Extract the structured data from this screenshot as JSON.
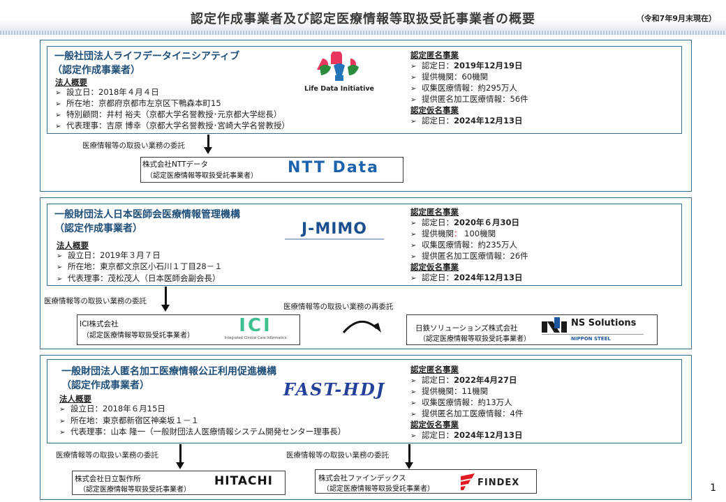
{
  "header": {
    "title": "認定作成事業者及び認定医療情報等取扱受託事業者の概要",
    "as_of": "（令和7年9月末現在）"
  },
  "page_number": "1",
  "orgs": [
    {
      "name": "一般社団法人ライフデータイニシアティブ",
      "role": "（認定作成事業者）",
      "logo_text": "Life Data Initiative",
      "profile_heading": "法人概要",
      "profile": [
        "設立日：2018年４月４日",
        "所在地：京都府京都市左京区下鴨森本町15",
        "特別顧問：井村 裕夫（京都大学名誉教授･元京都大学総長）",
        "代表理事：吉原 博幸（京都大学名誉教授･宮崎大学名誉教授）"
      ],
      "anon_heading": "認定匿名事業",
      "anon": {
        "date_label": "認定日：",
        "date_value": "2019年12月19日",
        "providers": "提供機関：60機関",
        "collected": "収集医療情報：約295万人",
        "provided": "提供匿名加工医療情報：56件"
      },
      "pseudo_heading": "認定仮名事業",
      "pseudo": {
        "date_label": "認定日：",
        "date_value": "2024年12月13日"
      },
      "flow_label": "医療情報等の取扱い業務の委託",
      "contractors": [
        {
          "name": "株式会社NTTデータ",
          "role": "（認定医療情報等取扱受託事業者）",
          "logo": "NTT Data"
        }
      ]
    },
    {
      "name": "一般財団法人日本医師会医療情報管理機構",
      "role": "（認定作成事業者）",
      "logo_text": "J-MIMO",
      "profile_heading": "法人概要",
      "profile": [
        "設立日：2019年３月７日",
        "所在地：東京都文京区小石川１丁目28－１",
        "代表理事：茂松茂人（日本医師会副会長）"
      ],
      "anon_heading": "認定匿名事業",
      "anon": {
        "date_label": "認定日：",
        "date_value": "2020年６月30日",
        "providers_label": "提供機関",
        "providers_sep": "：",
        "providers_value": " 100機関",
        "collected": "収集医療情報：約235万人",
        "provided": "提供匿名加工医療情報：26件"
      },
      "pseudo_heading": "認定仮名事業",
      "pseudo": {
        "date_label": "認定日：",
        "date_value": "2024年12月13日"
      },
      "flow_label": "医療情報等の取扱い業務の委託",
      "reflow_label": "医療情報等の取扱い業務の再委託",
      "contractors": [
        {
          "name": "ICI株式会社",
          "role": "（認定医療情報等取扱受託事業者）",
          "logo": "ICI",
          "logo_sub": "Integrated Clinical Care Informatics"
        },
        {
          "name": "日鉄ソリューションズ株式会社",
          "role": "（認定医療情報等取扱受託事業者）",
          "logo": "NS Solutions",
          "logo_sub": "NIPPON STEEL"
        }
      ]
    },
    {
      "name": "一般財団法人匿名加工医療情報公正利用促進機構",
      "role": "（認定作成事業者）",
      "logo_text": "FAST-HDJ",
      "profile_heading": "法人概要",
      "profile": [
        "設立日：2018年６月15日",
        "所在地：東京都新宿区神楽坂１－１",
        "代表理事：山本 隆一（一般財団法人医療情報システム開発センター理事長）"
      ],
      "anon_heading": "認定匿名事業",
      "anon": {
        "date_label": "認定日：",
        "date_value": "2022年4月27日",
        "providers": "提供機関：11機関",
        "collected": "収集医療情報：約13万人",
        "provided": "提供匿名加工医療情報：4件"
      },
      "pseudo_heading": "認定仮名事業",
      "pseudo": {
        "date_label": "認定日：",
        "date_value": "2024年12月13日"
      },
      "flow_label_left": "医療情報等の取扱い業務の委託",
      "flow_label_right": "医療情報等の取扱い業務の委託",
      "contractors": [
        {
          "name": "株式会社日立製作所",
          "role": "（認定医療情報等取扱受託事業者）",
          "logo": "HITACHI"
        },
        {
          "name": "株式会社ファインデックス",
          "role": "（認定医療情報等取扱受託事業者）",
          "logo": "FINDEX"
        }
      ]
    }
  ]
}
